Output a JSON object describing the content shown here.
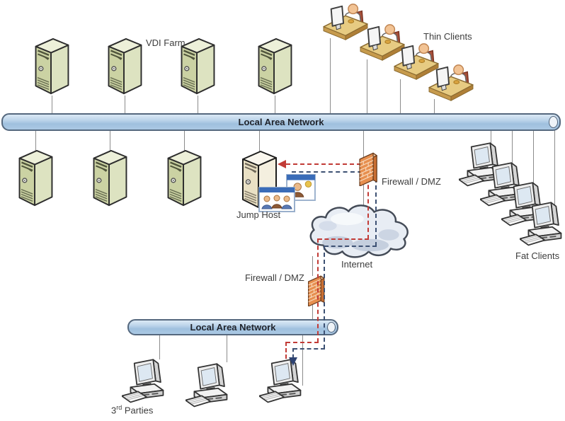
{
  "labels": {
    "vdi_farm": "VDI Farm",
    "thin_clients": "Thin Clients",
    "lan_top": "Local Area Network",
    "jump_host": "Jump Host",
    "firewall_top": "Firewall / DMZ",
    "internet": "Internet",
    "firewall_bottom": "Firewall / DMZ",
    "lan_bottom": "Local Area Network",
    "fat_clients": "Fat Clients",
    "third_parties": {
      "base": "3",
      "sup": "rd",
      "rest": " Parties"
    }
  },
  "nodes": {
    "vdi_server_count": 4,
    "lower_server_count": 3,
    "thin_client_count": 4,
    "fat_client_count": 4,
    "third_party_computer_count": 3,
    "jump_host_count": 1,
    "firewall_count": 2,
    "lan_count": 2
  },
  "connections": {
    "red_dashed_path": "3rd party computer up through Firewall/DMZ, Internet, Firewall/DMZ into Jump Host (arrow at Jump Host)",
    "blue_dashed_path": "Jump Host out through Firewall/DMZ, Internet, Firewall/DMZ down into 3rd party computer (arrow at computer)"
  },
  "colors": {
    "lan_bar": "#abc9e4",
    "server_green": "#cbd2a3",
    "jump_host_tan": "#e9e0c4",
    "firewall_orange": "#e78f4f",
    "cloud_fill": "#e8edf4",
    "red_dashed": "#c23b36",
    "blue_dashed": "#3d5173",
    "connector_gray": "#8c8c8c",
    "desk_tan": "#e7cb82"
  }
}
